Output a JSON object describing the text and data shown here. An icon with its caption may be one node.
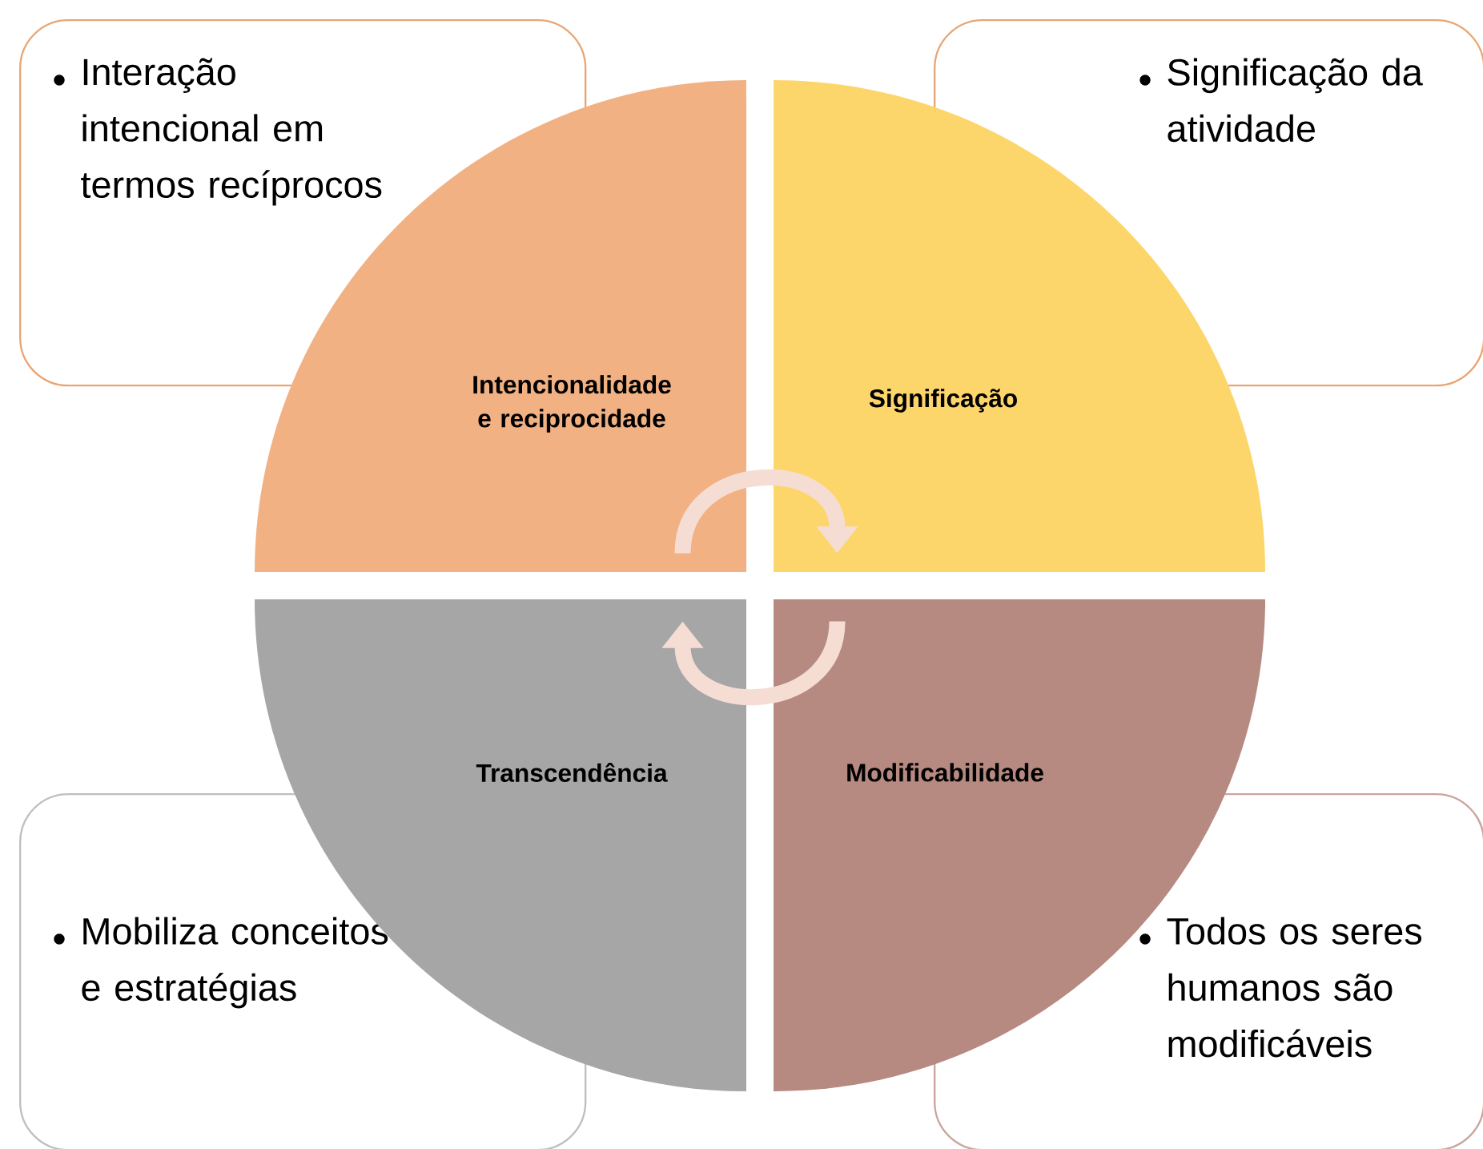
{
  "diagram": {
    "nodes": [
      {
        "text": [
          "Interação intencional em termos recíprocos"
        ]
      },
      {
        "text": [
          "Intencionalidade e reciprocidade"
        ]
      },
      {
        "text": [
          "Significação"
        ]
      },
      {
        "text": [
          "Significação da atividade"
        ]
      },
      {
        "text": [
          "Transcendência"
        ]
      },
      {
        "text": [
          "Modificabilidade"
        ]
      },
      {
        "text": [
          "Mobiliza conceitos e estratégias"
        ]
      },
      {
        "text": [
          "Todos os seres humanos são modificáveis"
        ]
      }
    ],
    "edges": [
      {
        "from": 1,
        "to": 2,
        "arrow": "to"
      },
      {
        "from": 5,
        "to": 4,
        "arrow": "to"
      }
    ]
  }
}
